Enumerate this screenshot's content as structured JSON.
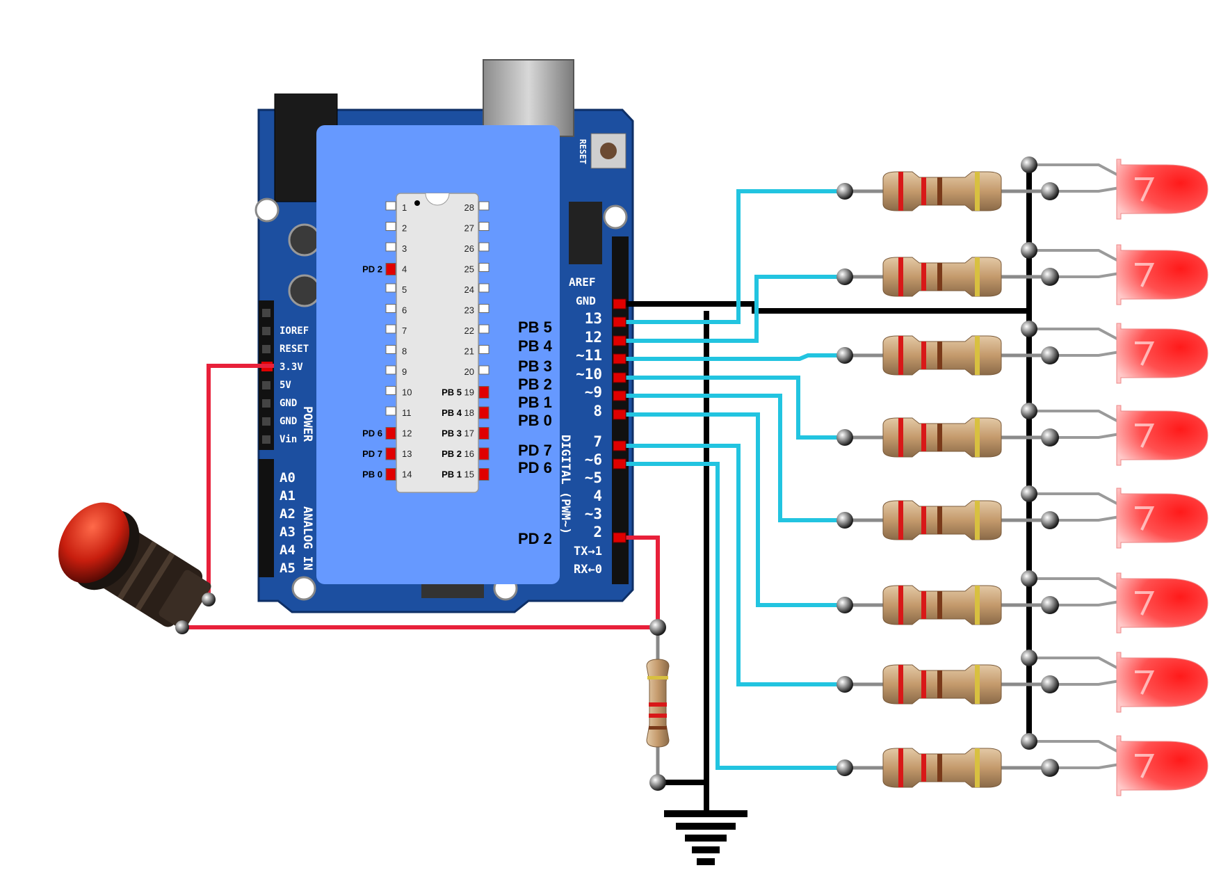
{
  "board": {
    "power_labels": [
      "IOREF",
      "RESET",
      "3.3V",
      "5V",
      "GND",
      "GND",
      "Vin"
    ],
    "power_title": "POWER",
    "analog_labels": [
      "A0",
      "A1",
      "A2",
      "A3",
      "A4",
      "A5"
    ],
    "analog_title": "ANALOG IN",
    "aref": "AREF",
    "gnd": "GND",
    "digital_labels": [
      "13",
      "12",
      "~11",
      "~10",
      "~9",
      "8",
      "7",
      "~6",
      "~5",
      "4",
      "~3",
      "2",
      "TX→1",
      "RX←0"
    ],
    "digital_title": "DIGITAL (PWM~)",
    "reset_label": "RESET"
  },
  "port_labels": {
    "pb5": "PB 5",
    "pb4": "PB 4",
    "pb3": "PB 3",
    "pb2": "PB 2",
    "pb1": "PB 1",
    "pb0": "PB 0",
    "pd7": "PD 7",
    "pd6": "PD 6",
    "pd2": "PD 2"
  },
  "chip": {
    "left_numbers": [
      "1",
      "2",
      "3",
      "4",
      "5",
      "6",
      "7",
      "8",
      "9",
      "10",
      "11",
      "12",
      "13",
      "14"
    ],
    "right_numbers": [
      "28",
      "27",
      "26",
      "25",
      "24",
      "23",
      "22",
      "21",
      "20",
      "19",
      "18",
      "17",
      "16",
      "15"
    ],
    "left_labels": [
      "",
      "",
      "",
      "PD 2",
      "",
      "",
      "",
      "",
      "",
      "",
      "",
      "PD 6",
      "PD 7",
      "PB 0"
    ],
    "right_labels": [
      "",
      "",
      "",
      "",
      "",
      "",
      "",
      "",
      "",
      "PB 5",
      "PB 4",
      "PB 3",
      "PB 2",
      "PB 1"
    ]
  },
  "colors": {
    "board": "#1c4fa0",
    "overlay": "#6699ff",
    "signal_wire": "#22c4e0",
    "power_wire": "#e8203a",
    "ground_wire": "#000000",
    "led": "#ff3b3b",
    "resistor": "#c9a77f"
  }
}
